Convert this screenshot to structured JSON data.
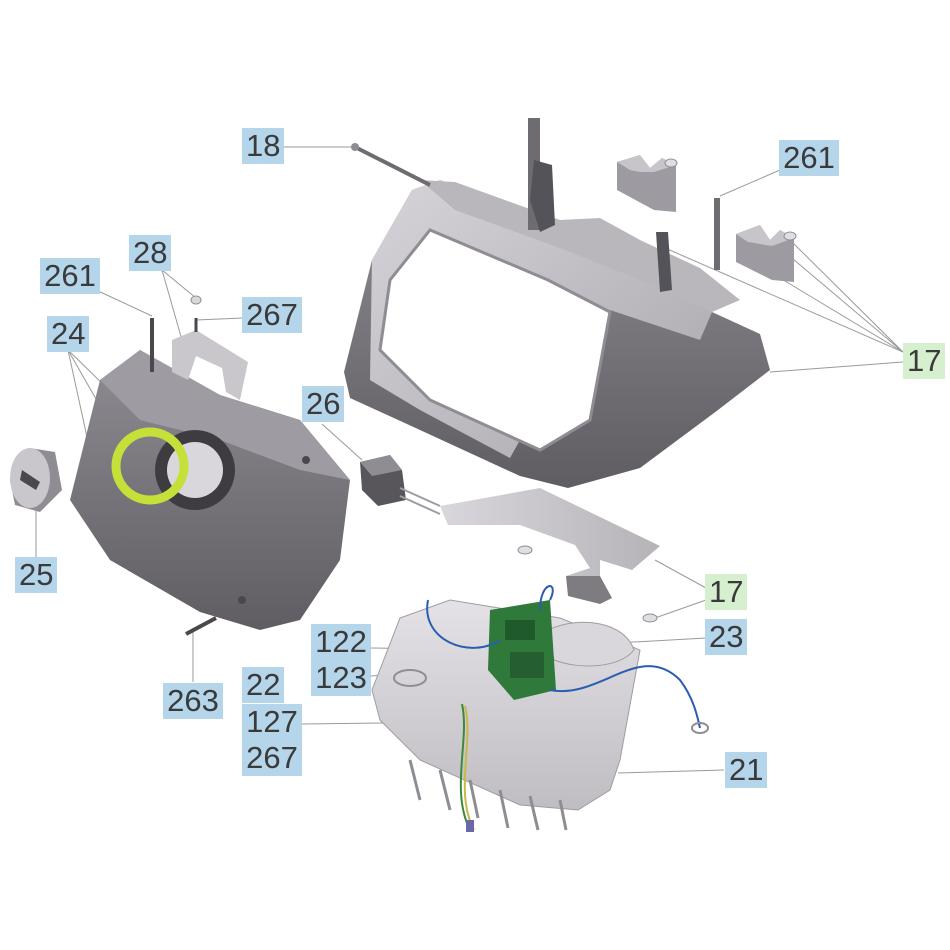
{
  "colors": {
    "label_blue": "#b5d5ea",
    "label_green": "#d6f0cf",
    "label_text": "#3a3a3a",
    "leader_line": "#9a9a9a",
    "part_gray": "#8e8c91",
    "part_dark": "#5d5b60",
    "part_light": "#c9c7cc",
    "pcb_green": "#2f7a3a",
    "highlight_ring": "#c6e03a",
    "wire_blue": "#2a5db0"
  },
  "callouts": {
    "c18": "18",
    "c261_top": "261",
    "c261_left": "261",
    "c28": "28",
    "c267_top": "267",
    "c24": "24",
    "c26": "26",
    "c17_top": "17",
    "c17_mid": "17",
    "c25": "25",
    "c122": "122",
    "c123": "123",
    "c23": "23",
    "c263": "263",
    "c22": "22",
    "c127": "127",
    "c267_bottom": "267",
    "c21": "21"
  }
}
